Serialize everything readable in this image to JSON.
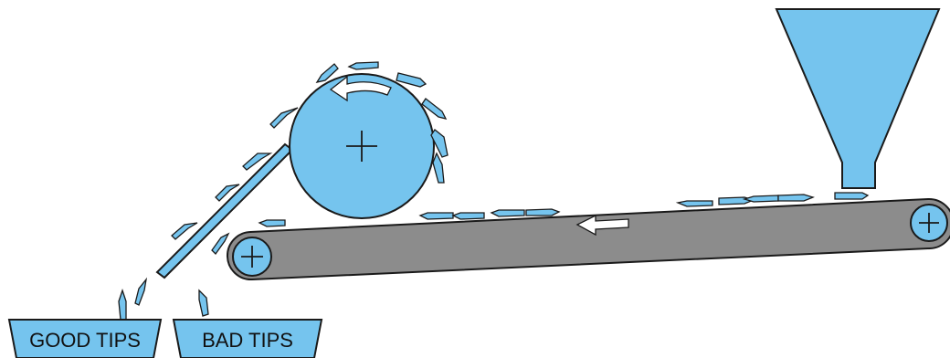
{
  "bins": {
    "good": {
      "label": "GOOD TIPS"
    },
    "bad": {
      "label": "BAD TIPS"
    }
  },
  "colors": {
    "blue": "#75c4ee",
    "belt": "#8c8c8c",
    "outline": "#1a1a1a",
    "arrow": "#ffffff"
  },
  "icons": {
    "hopper": "funnel",
    "drum": "rotating-drum",
    "belt": "conveyor-belt",
    "drum_arrow": "curved-arrow-left",
    "belt_arrow": "arrow-left"
  }
}
